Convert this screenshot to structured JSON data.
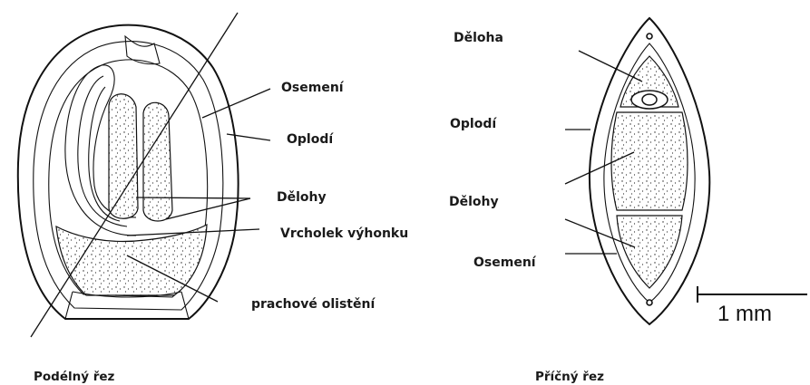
{
  "labels": {
    "left": {
      "oseme_ni": "Osemení",
      "oplodi": "Oplodí",
      "delohy": "Dělohy",
      "vrcholek": "Vrcholek výhonku",
      "prachove": "prachové olistění"
    },
    "right": {
      "deloha": "Děloha",
      "oplodi": "Oplodí",
      "delohy": "Dělohy",
      "oseme_ni": "Osemení"
    }
  },
  "captions": {
    "left": "Podélný řez",
    "right": "Příčný řez"
  },
  "scale_bar": {
    "label": "1 mm"
  }
}
